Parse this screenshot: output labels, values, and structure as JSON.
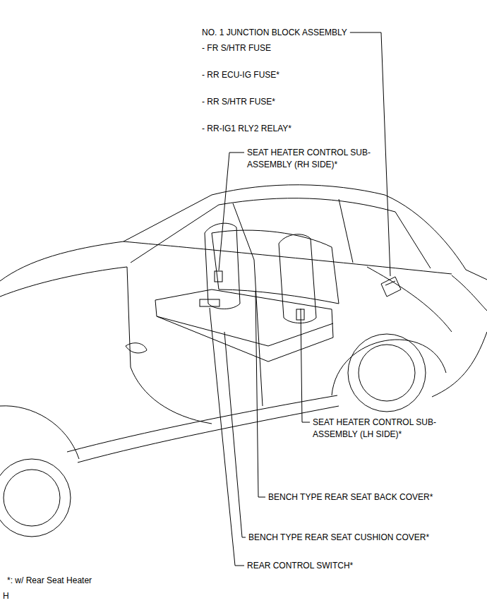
{
  "diagram": {
    "labels": [
      "NO. 1 JUNCTION BLOCK ASSEMBLY",
      "- FR S/HTR FUSE",
      "- RR ECU-IG FUSE*",
      "- RR S/HTR FUSE*",
      "- RR-IG1 RLY2 RELAY*",
      "SEAT HEATER CONTROL SUB-ASSEMBLY (RH SIDE)*",
      "SEAT HEATER CONTROL SUB-ASSEMBLY (LH SIDE)*",
      "BENCH TYPE REAR SEAT BACK COVER*",
      "BENCH TYPE REAR SEAT CUSHION COVER*",
      "REAR CONTROL SWITCH*",
      "*: w/ Rear Seat Heater",
      "H"
    ]
  }
}
